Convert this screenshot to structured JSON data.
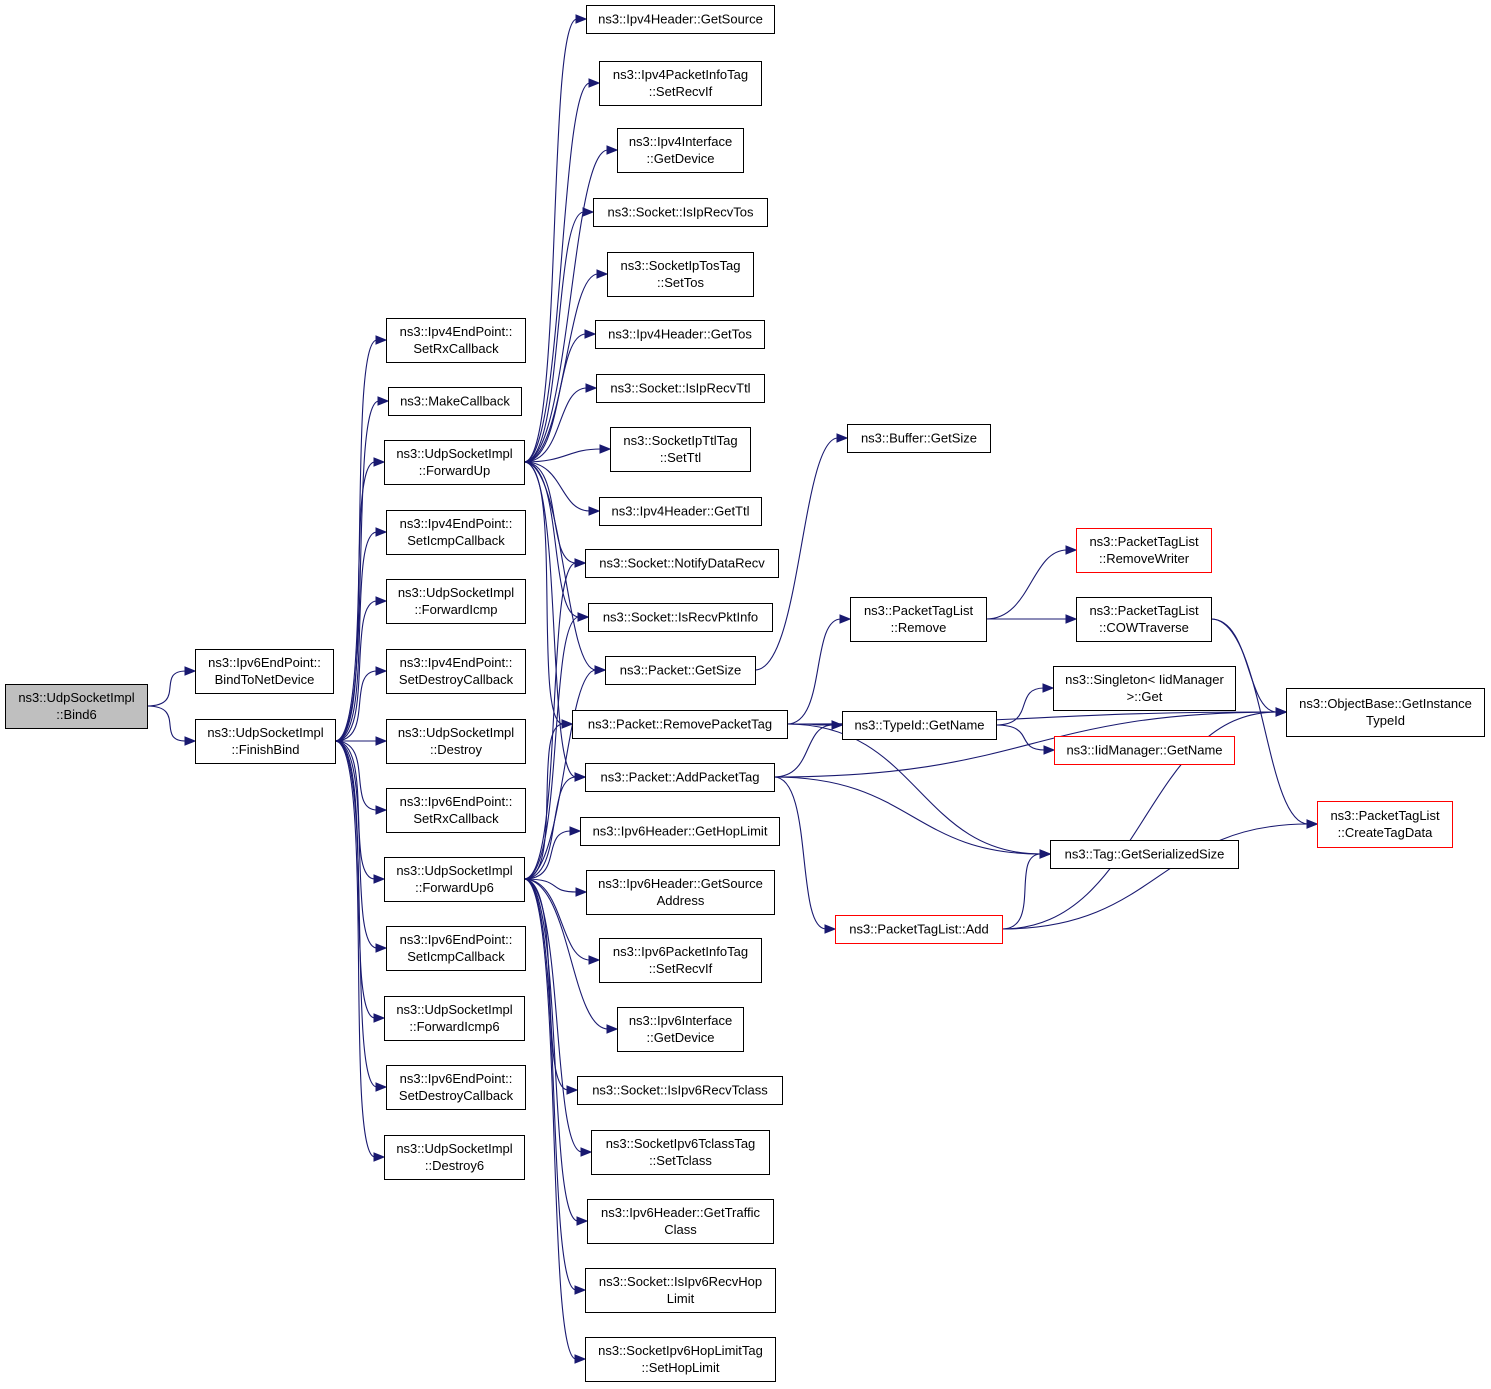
{
  "colors": {
    "edge": "#191970",
    "root_fill": "#bfbfbf",
    "red_border": "#ff0000",
    "node_border": "#000000"
  },
  "nodes": [
    {
      "id": "bind6",
      "lines": [
        "ns3::UdpSocketImpl",
        "::Bind6"
      ],
      "style": "root"
    },
    {
      "id": "bindtonet",
      "lines": [
        "ns3::Ipv6EndPoint::",
        "BindToNetDevice"
      ],
      "style": "normal"
    },
    {
      "id": "finishbind",
      "lines": [
        "ns3::UdpSocketImpl",
        "::FinishBind"
      ],
      "style": "normal"
    },
    {
      "id": "ipv4ep_setrx",
      "lines": [
        "ns3::Ipv4EndPoint::",
        "SetRxCallback"
      ],
      "style": "normal"
    },
    {
      "id": "makecallback",
      "lines": [
        "ns3::MakeCallback"
      ],
      "style": "normal"
    },
    {
      "id": "forwardup",
      "lines": [
        "ns3::UdpSocketImpl",
        "::ForwardUp"
      ],
      "style": "normal"
    },
    {
      "id": "ipv4ep_seticmp",
      "lines": [
        "ns3::Ipv4EndPoint::",
        "SetIcmpCallback"
      ],
      "style": "normal"
    },
    {
      "id": "forwardicmp",
      "lines": [
        "ns3::UdpSocketImpl",
        "::ForwardIcmp"
      ],
      "style": "normal"
    },
    {
      "id": "ipv4ep_setdestroy",
      "lines": [
        "ns3::Ipv4EndPoint::",
        "SetDestroyCallback"
      ],
      "style": "normal"
    },
    {
      "id": "destroy",
      "lines": [
        "ns3::UdpSocketImpl",
        "::Destroy"
      ],
      "style": "normal"
    },
    {
      "id": "ipv6ep_setrx",
      "lines": [
        "ns3::Ipv6EndPoint::",
        "SetRxCallback"
      ],
      "style": "normal"
    },
    {
      "id": "forwardup6",
      "lines": [
        "ns3::UdpSocketImpl",
        "::ForwardUp6"
      ],
      "style": "normal"
    },
    {
      "id": "ipv6ep_seticmp",
      "lines": [
        "ns3::Ipv6EndPoint::",
        "SetIcmpCallback"
      ],
      "style": "normal"
    },
    {
      "id": "forwardicmp6",
      "lines": [
        "ns3::UdpSocketImpl",
        "::ForwardIcmp6"
      ],
      "style": "normal"
    },
    {
      "id": "ipv6ep_setdestroy",
      "lines": [
        "ns3::Ipv6EndPoint::",
        "SetDestroyCallback"
      ],
      "style": "normal"
    },
    {
      "id": "destroy6",
      "lines": [
        "ns3::UdpSocketImpl",
        "::Destroy6"
      ],
      "style": "normal"
    },
    {
      "id": "ipv4h_getsource",
      "lines": [
        "ns3::Ipv4Header::GetSource"
      ],
      "style": "normal"
    },
    {
      "id": "ipv4pit_setrecvif",
      "lines": [
        "ns3::Ipv4PacketInfoTag",
        "::SetRecvIf"
      ],
      "style": "normal"
    },
    {
      "id": "ipv4if_getdevice",
      "lines": [
        "ns3::Ipv4Interface",
        "::GetDevice"
      ],
      "style": "normal"
    },
    {
      "id": "socket_isiprecvtos",
      "lines": [
        "ns3::Socket::IsIpRecvTos"
      ],
      "style": "normal"
    },
    {
      "id": "sockiptostag_settos",
      "lines": [
        "ns3::SocketIpTosTag",
        "::SetTos"
      ],
      "style": "normal"
    },
    {
      "id": "ipv4h_gettos",
      "lines": [
        "ns3::Ipv4Header::GetTos"
      ],
      "style": "normal"
    },
    {
      "id": "socket_isiprecvttl",
      "lines": [
        "ns3::Socket::IsIpRecvTtl"
      ],
      "style": "normal"
    },
    {
      "id": "sockipttltag_setttl",
      "lines": [
        "ns3::SocketIpTtlTag",
        "::SetTtl"
      ],
      "style": "normal"
    },
    {
      "id": "ipv4h_getttl",
      "lines": [
        "ns3::Ipv4Header::GetTtl"
      ],
      "style": "normal"
    },
    {
      "id": "socket_notifydatarecv",
      "lines": [
        "ns3::Socket::NotifyDataRecv"
      ],
      "style": "normal"
    },
    {
      "id": "socket_isrecvpktinfo",
      "lines": [
        "ns3::Socket::IsRecvPktInfo"
      ],
      "style": "normal"
    },
    {
      "id": "packet_getsize",
      "lines": [
        "ns3::Packet::GetSize"
      ],
      "style": "normal"
    },
    {
      "id": "packet_removepackettag",
      "lines": [
        "ns3::Packet::RemovePacketTag"
      ],
      "style": "normal"
    },
    {
      "id": "packet_addpackettag",
      "lines": [
        "ns3::Packet::AddPacketTag"
      ],
      "style": "normal"
    },
    {
      "id": "ipv6h_gethoplimit",
      "lines": [
        "ns3::Ipv6Header::GetHopLimit"
      ],
      "style": "normal"
    },
    {
      "id": "ipv6h_getsourceaddr",
      "lines": [
        "ns3::Ipv6Header::GetSource",
        "Address"
      ],
      "style": "normal"
    },
    {
      "id": "ipv6pit_setrecvif",
      "lines": [
        "ns3::Ipv6PacketInfoTag",
        "::SetRecvIf"
      ],
      "style": "normal"
    },
    {
      "id": "ipv6if_getdevice",
      "lines": [
        "ns3::Ipv6Interface",
        "::GetDevice"
      ],
      "style": "normal"
    },
    {
      "id": "socket_isipv6recvtclass",
      "lines": [
        "ns3::Socket::IsIpv6RecvTclass"
      ],
      "style": "normal"
    },
    {
      "id": "sockipv6tclasstag_settclass",
      "lines": [
        "ns3::SocketIpv6TclassTag",
        "::SetTclass"
      ],
      "style": "normal"
    },
    {
      "id": "ipv6h_gettrafficclass",
      "lines": [
        "ns3::Ipv6Header::GetTraffic",
        "Class"
      ],
      "style": "normal"
    },
    {
      "id": "socket_isipv6recvhoplimit",
      "lines": [
        "ns3::Socket::IsIpv6RecvHop",
        "Limit"
      ],
      "style": "normal"
    },
    {
      "id": "sockipv6hoplimittag_sethoplimit",
      "lines": [
        "ns3::SocketIpv6HopLimitTag",
        "::SetHopLimit"
      ],
      "style": "normal"
    },
    {
      "id": "buffer_getsize",
      "lines": [
        "ns3::Buffer::GetSize"
      ],
      "style": "normal"
    },
    {
      "id": "ptl_remove",
      "lines": [
        "ns3::PacketTagList",
        "::Remove"
      ],
      "style": "normal"
    },
    {
      "id": "typeid_getname",
      "lines": [
        "ns3::TypeId::GetName"
      ],
      "style": "normal"
    },
    {
      "id": "tag_getserializedsize",
      "lines": [
        "ns3::Tag::GetSerializedSize"
      ],
      "style": "normal"
    },
    {
      "id": "ptl_add",
      "lines": [
        "ns3::PacketTagList::Add"
      ],
      "style": "red"
    },
    {
      "id": "ptl_removewriter",
      "lines": [
        "ns3::PacketTagList",
        "::RemoveWriter"
      ],
      "style": "red"
    },
    {
      "id": "ptl_cowtraverse",
      "lines": [
        "ns3::PacketTagList",
        "::COWTraverse"
      ],
      "style": "normal"
    },
    {
      "id": "singleton_get",
      "lines": [
        "ns3::Singleton< IidManager",
        ">::Get"
      ],
      "style": "normal"
    },
    {
      "id": "iidmanager_getname",
      "lines": [
        "ns3::IidManager::GetName"
      ],
      "style": "red"
    },
    {
      "id": "objectbase_getinstancetypeid",
      "lines": [
        "ns3::ObjectBase::GetInstance",
        "TypeId"
      ],
      "style": "normal"
    },
    {
      "id": "ptl_createtagdata",
      "lines": [
        "ns3::PacketTagList",
        "::CreateTagData"
      ],
      "style": "red"
    }
  ],
  "edges": [
    [
      "bind6",
      "bindtonet"
    ],
    [
      "bind6",
      "finishbind"
    ],
    [
      "finishbind",
      "ipv4ep_setrx"
    ],
    [
      "finishbind",
      "makecallback"
    ],
    [
      "finishbind",
      "forwardup"
    ],
    [
      "finishbind",
      "ipv4ep_seticmp"
    ],
    [
      "finishbind",
      "forwardicmp"
    ],
    [
      "finishbind",
      "ipv4ep_setdestroy"
    ],
    [
      "finishbind",
      "destroy"
    ],
    [
      "finishbind",
      "ipv6ep_setrx"
    ],
    [
      "finishbind",
      "forwardup6"
    ],
    [
      "finishbind",
      "ipv6ep_seticmp"
    ],
    [
      "finishbind",
      "forwardicmp6"
    ],
    [
      "finishbind",
      "ipv6ep_setdestroy"
    ],
    [
      "finishbind",
      "destroy6"
    ],
    [
      "forwardup",
      "ipv4h_getsource"
    ],
    [
      "forwardup",
      "ipv4pit_setrecvif"
    ],
    [
      "forwardup",
      "ipv4if_getdevice"
    ],
    [
      "forwardup",
      "socket_isiprecvtos"
    ],
    [
      "forwardup",
      "sockiptostag_settos"
    ],
    [
      "forwardup",
      "ipv4h_gettos"
    ],
    [
      "forwardup",
      "socket_isiprecvttl"
    ],
    [
      "forwardup",
      "sockipttltag_setttl"
    ],
    [
      "forwardup",
      "ipv4h_getttl"
    ],
    [
      "forwardup",
      "socket_notifydatarecv"
    ],
    [
      "forwardup",
      "socket_isrecvpktinfo"
    ],
    [
      "forwardup",
      "packet_getsize"
    ],
    [
      "forwardup",
      "packet_removepackettag"
    ],
    [
      "forwardup",
      "packet_addpackettag"
    ],
    [
      "forwardup6",
      "socket_notifydatarecv"
    ],
    [
      "forwardup6",
      "socket_isrecvpktinfo"
    ],
    [
      "forwardup6",
      "packet_getsize"
    ],
    [
      "forwardup6",
      "packet_removepackettag"
    ],
    [
      "forwardup6",
      "packet_addpackettag"
    ],
    [
      "forwardup6",
      "ipv6h_gethoplimit"
    ],
    [
      "forwardup6",
      "ipv6h_getsourceaddr"
    ],
    [
      "forwardup6",
      "ipv6pit_setrecvif"
    ],
    [
      "forwardup6",
      "ipv6if_getdevice"
    ],
    [
      "forwardup6",
      "socket_isipv6recvtclass"
    ],
    [
      "forwardup6",
      "sockipv6tclasstag_settclass"
    ],
    [
      "forwardup6",
      "ipv6h_gettrafficclass"
    ],
    [
      "forwardup6",
      "socket_isipv6recvhoplimit"
    ],
    [
      "forwardup6",
      "sockipv6hoplimittag_sethoplimit"
    ],
    [
      "packet_getsize",
      "buffer_getsize"
    ],
    [
      "packet_removepackettag",
      "ptl_remove"
    ],
    [
      "packet_removepackettag",
      "typeid_getname"
    ],
    [
      "packet_removepackettag",
      "tag_getserializedsize"
    ],
    [
      "packet_removepackettag",
      "objectbase_getinstancetypeid"
    ],
    [
      "packet_addpackettag",
      "typeid_getname"
    ],
    [
      "packet_addpackettag",
      "tag_getserializedsize"
    ],
    [
      "packet_addpackettag",
      "ptl_add"
    ],
    [
      "packet_addpackettag",
      "objectbase_getinstancetypeid"
    ],
    [
      "ptl_remove",
      "ptl_removewriter"
    ],
    [
      "ptl_remove",
      "ptl_cowtraverse"
    ],
    [
      "typeid_getname",
      "singleton_get"
    ],
    [
      "typeid_getname",
      "iidmanager_getname"
    ],
    [
      "ptl_cowtraverse",
      "objectbase_getinstancetypeid"
    ],
    [
      "ptl_cowtraverse",
      "ptl_createtagdata"
    ],
    [
      "ptl_add",
      "tag_getserializedsize"
    ],
    [
      "ptl_add",
      "objectbase_getinstancetypeid"
    ],
    [
      "ptl_add",
      "ptl_createtagdata"
    ]
  ]
}
